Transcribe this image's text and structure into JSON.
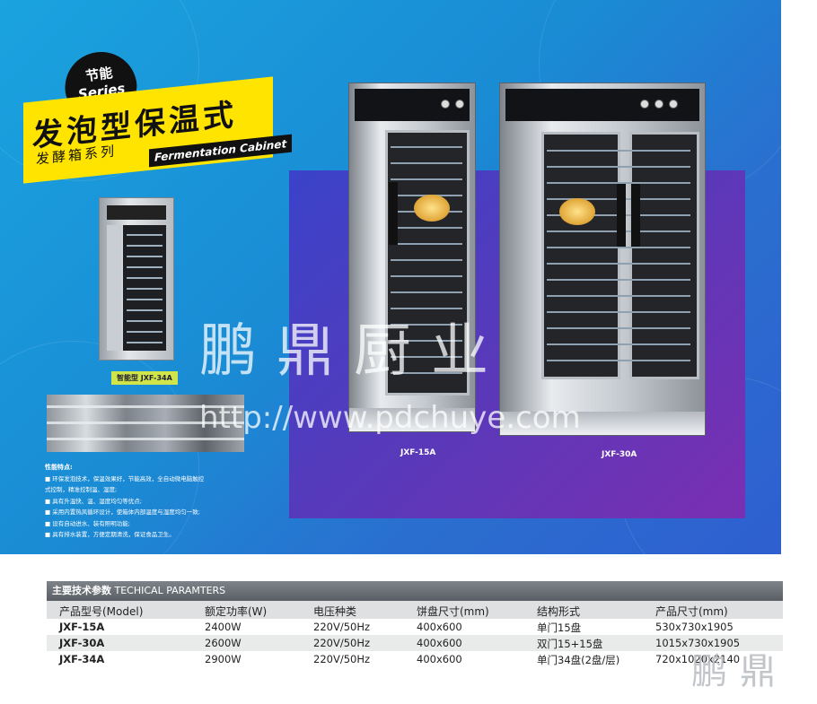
{
  "banner": {
    "series_badge": {
      "cn": "节能",
      "en": "Series"
    },
    "title_cn": "发泡型保温式",
    "subtitle_cn": "发酵箱系列",
    "title_en": "Fermentation Cabinet",
    "small_cabinet_label": "智能型 JXF-34A",
    "cabinet_models": [
      "JXF-15A",
      "JXF-30A"
    ],
    "watermark": "鹏鼎厨业",
    "watermark_url": "http://www.pdchuye.com",
    "features": {
      "heading": "性能特点:",
      "items": [
        "■ 环保发泡技术，保温效果好，节能高效，全自动微电脑触控",
        "   式控制，精准控制温、湿度;",
        "■ 具有升温快、温、湿度均匀等优点;",
        "■ 采用内置热风循环设计，使箱体内部温度与湿度均匀一致;",
        "■ 设有自动进水、装有照明功能;",
        "■ 具有排水装置，方便定期清洗，保证食品卫生。"
      ]
    }
  },
  "spec_table": {
    "title_cn": "主要技术参数",
    "title_en": "TECHICAL PARAMTERS",
    "headers": [
      "产品型号(Model)",
      "额定功率(W)",
      "电压种类",
      "饼盘尺寸(mm)",
      "结构形式",
      "产品尺寸(mm)"
    ],
    "rows": [
      [
        "JXF-15A",
        "2400W",
        "220V/50Hz",
        "400x600",
        "单门15盘",
        "530x730x1905"
      ],
      [
        "JXF-30A",
        "2600W",
        "220V/50Hz",
        "400x600",
        "双门15+15盘",
        "1015x730x1905"
      ],
      [
        "JXF-34A",
        "2900W",
        "220V/50Hz",
        "400x600",
        "单门34盘(2盘/层)",
        "720x1020x2140"
      ]
    ]
  },
  "corner_watermark": "鹏鼎"
}
